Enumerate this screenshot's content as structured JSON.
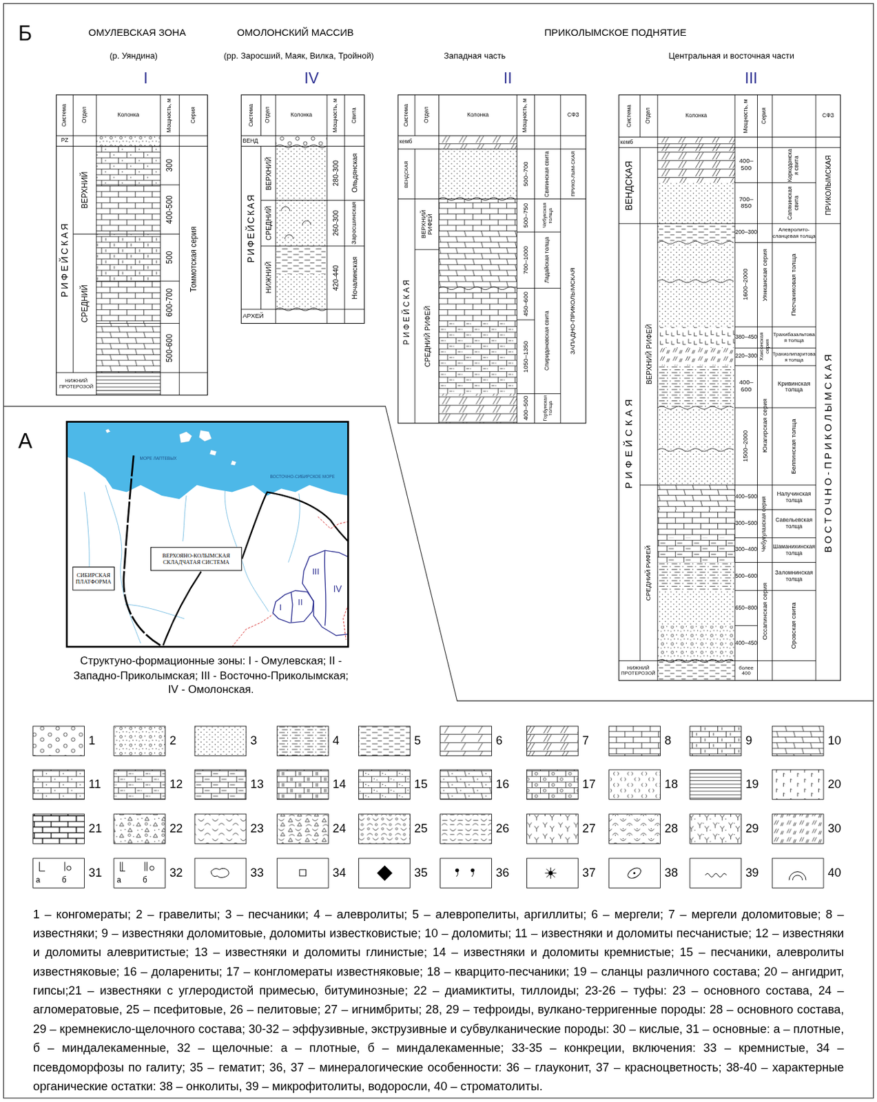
{
  "diagram": {
    "caption": "1 – конгомераты; 2 – гравелиты; 3 – песчаники; 4 – алевролиты; 5 – алевропелиты, аргиллиты; 6 – мергели; 7 – мергели доломитовые; 8 – известняки; 9 – известняки доломитовые, доломиты известковистые; 10 – доломиты; 11 – известняки и доломиты песчанистые; 12 – известняки и доломиты алевритистые; 13 – известняки и доломиты глинистые; 14 – известняки и доломиты кремнистые; 15 – песчаники, алевролиты известняковые; 16 – доларениты; 17 – конгломераты известняковые; 18 – кварцито-песчаники; 19 – сланцы различного состава; 20 – ангидрит, гипсы;21 – известняки с углеродистой примесью, битуминозные; 22 – диамиктиты, тиллоиды; 23-26 – туфы: 23 – основного состава, 24 – агломератовые, 25 – псефитовые, 26 – пелитовые; 27 – игнимбриты; 28, 29 – тефроиды, вулкано-терригенные породы: 28 – основного состава, 29 – кремнекисло-щелочного состава; 30-32 – эффузивные, экструзивные и субвулканические породы: 30 – кислые, 31 – основные: а – плотные, б – миндалекаменные, 32 – щелочные: а – плотные, б – миндалекаменные; 33-35 – конкреции, включения: 33 – кремнистые, 34 – псевдоморфозы по галиту; 35 – гематит; 36, 37 – минералогические особенности: 36 – глауконит, 37 – красноцветность; 38-40 – характерные органические остатки: 38 – онколиты, 39 – микрофитолиты, водоросли, 40 – строматолиты.",
    "nodes": [
      {
        "text": [
          "СИБИРСКАЯ ПЛАТФОРМА"
        ]
      },
      {
        "text": [
          "ВЕРХОЯНО-КОЛЫМСКАЯ СКЛАДЧАТАЯ СИСТЕМА"
        ]
      }
    ],
    "labels": [
      "Б",
      "ОМУЛЕВСКАЯ ЗОНА",
      "(р. Уяндина)",
      "I",
      "ОМОЛОНСКИЙ МАССИВ",
      "(рр. Заросший, Маяк, Вилка, Тройной)",
      "IV",
      "ПРИКОЛЫМСКОЕ ПОДНЯТИЕ",
      "Западная часть",
      "II",
      "Центральная и восточная части",
      "III",
      "Система",
      "Отдел",
      "Колонка",
      "Мощность, м",
      "Серия",
      "PZ",
      "РИФЕЙСКАЯ",
      "ВЕРХНИЙ",
      "СРЕДНИЙ",
      "300",
      "400-500",
      "500",
      "600-700",
      "500-600",
      "Томмотская серия",
      "НИЖНИЙ ПРОТЕРОЗОЙ",
      "Система",
      "Отдел",
      "Колонка",
      "Мощность, м",
      "Свита",
      "ВЕНД",
      "РИФЕЙСКАЯ",
      "ВЕРХНИЙ",
      "СРЕДНИЙ",
      "НИЖНИЙ",
      "280-300",
      "260-300",
      "420-440",
      "Ольдянская",
      "Заросшинская",
      "Ночалинская",
      "АРХЕЙ",
      "Система",
      "Отдел",
      "Колонка",
      "Мощность, м",
      "СФЗ",
      "кемб",
      "ВЕНДСКАЯ",
      "РИФЕЙСКАЯ",
      "ВЕРХНИЙ РИФЕЙ",
      "СРЕДНИЙ РИФЕЙ",
      "500–700",
      "500–750",
      "700–1000",
      "450–600",
      "1050–1350",
      "400–500",
      "Свягинская свита",
      "Чебукская толща",
      "Ладайская толща",
      "Спиридоновская свита",
      "Горбунская толща",
      "ПРИКО-ЛЫМ-СКАЯ",
      "ЗАПАДНО-ПРИКОЛЫМСКАЯ",
      "Система",
      "Отдел",
      "Колонка",
      "Мощность, м",
      "Серия",
      "СФЗ",
      "кемб",
      "ВЕНДСКАЯ",
      "РИФЕЙСКАЯ",
      "ВЕРХНИЙ РИФЕЙ",
      "СРЕДНИЙ РИФЕЙ",
      "400–500",
      "700–850",
      "200–300",
      "1600–2000",
      "380–450",
      "220–300",
      "400–600",
      "1500–2000",
      "400–500",
      "300–500",
      "300–400",
      "500–600",
      "650–800",
      "400–450",
      "более 400",
      "Уянканская серия",
      "Хаксонская серия",
      "Юкагирская серия",
      "Чебукулахская серия",
      "Оссапинская серия",
      "Коркодонская свита",
      "Сапякинская свита",
      "Алевролито-сланцевая толща",
      "Песчаниковая толща",
      "Трахибазальтовая толща",
      "Трахиолипаритовая толща",
      "Кривинская толща",
      "Белпинская толща",
      "Налучинская толща",
      "Савельевская толща",
      "Шаманихинская толща",
      "Заломнинская толща",
      "Оровская свита",
      "ПРИКОЛЫМСКАЯ",
      "ВОСТОЧНО-ПРИКОЛЫМСКАЯ",
      "НИЖНИЙ ПРОТЕРОЗОЙ",
      "А",
      "МОРЕ ЛАПТЕВЫХ",
      "ВОСТОЧНО-СИБИРСКОЕ МОРЕ",
      "I",
      "II",
      "III",
      "IV",
      "Структуно-формационные зоны: I - Омулевская; II - Западно-Приколымская; III - Восточно-Приколымская; IV - Омолонская.",
      "а",
      "б",
      "а",
      "б"
    ],
    "legend": [
      {
        "text": "1"
      },
      {
        "text": "2"
      },
      {
        "text": "3"
      },
      {
        "text": "4"
      },
      {
        "text": "5"
      },
      {
        "text": "6"
      },
      {
        "text": "7"
      },
      {
        "text": "8"
      },
      {
        "text": "9"
      },
      {
        "text": "10"
      },
      {
        "text": "11"
      },
      {
        "text": "12"
      },
      {
        "text": "13"
      },
      {
        "text": "14"
      },
      {
        "text": "15"
      },
      {
        "text": "16"
      },
      {
        "text": "17"
      },
      {
        "text": "18"
      },
      {
        "text": "19"
      },
      {
        "text": "20"
      },
      {
        "text": "21"
      },
      {
        "text": "22"
      },
      {
        "text": "23"
      },
      {
        "text": "24"
      },
      {
        "text": "25"
      },
      {
        "text": "26"
      },
      {
        "text": "27"
      },
      {
        "text": "28"
      },
      {
        "text": "29"
      },
      {
        "text": "30"
      },
      {
        "text": "31"
      },
      {
        "text": "32"
      },
      {
        "text": "33"
      },
      {
        "text": "34"
      },
      {
        "text": "35"
      },
      {
        "text": "36"
      },
      {
        "text": "37"
      },
      {
        "text": "38"
      },
      {
        "text": "39"
      },
      {
        "text": "40"
      }
    ]
  }
}
